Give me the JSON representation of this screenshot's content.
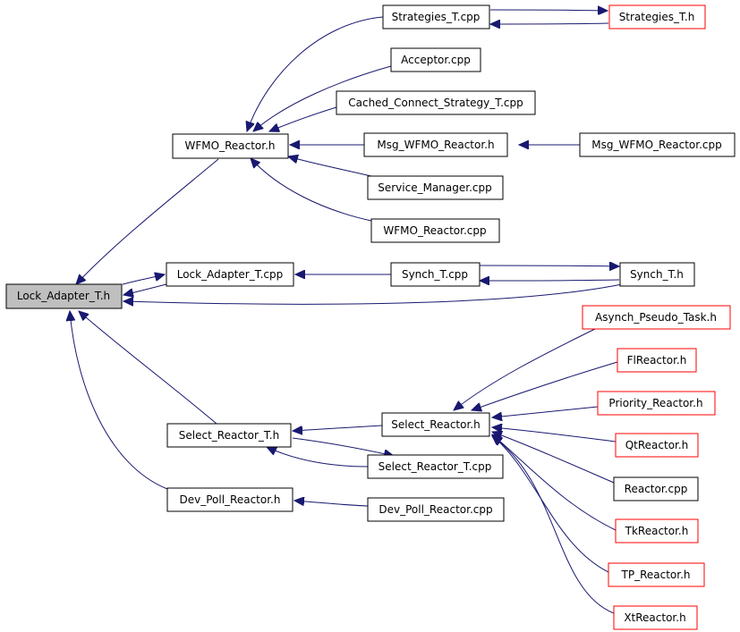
{
  "colors": {
    "edge": "#191970",
    "node_border": "#000000",
    "node_border_red": "#ff0000",
    "focus_fill": "#bfbfbf",
    "node_fill": "#ffffff"
  },
  "nodes": {
    "lock_adapter_h": {
      "label": "Lock_Adapter_T.h",
      "style": "focus"
    },
    "wfmo_reactor_h": {
      "label": "WFMO_Reactor.h",
      "style": "normal"
    },
    "lock_adapter_cpp": {
      "label": "Lock_Adapter_T.cpp",
      "style": "normal"
    },
    "select_reactor_t_h": {
      "label": "Select_Reactor_T.h",
      "style": "normal"
    },
    "dev_poll_reactor_h": {
      "label": "Dev_Poll_Reactor.h",
      "style": "normal"
    },
    "strategies_t_cpp": {
      "label": "Strategies_T.cpp",
      "style": "normal"
    },
    "strategies_t_h": {
      "label": "Strategies_T.h",
      "style": "red"
    },
    "acceptor_cpp": {
      "label": "Acceptor.cpp",
      "style": "normal"
    },
    "cached_connect_cpp": {
      "label": "Cached_Connect_Strategy_T.cpp",
      "style": "normal"
    },
    "msg_wfmo_h": {
      "label": "Msg_WFMO_Reactor.h",
      "style": "normal"
    },
    "msg_wfmo_cpp": {
      "label": "Msg_WFMO_Reactor.cpp",
      "style": "normal"
    },
    "service_manager_cpp": {
      "label": "Service_Manager.cpp",
      "style": "normal"
    },
    "wfmo_reactor_cpp": {
      "label": "WFMO_Reactor.cpp",
      "style": "normal"
    },
    "synch_t_cpp": {
      "label": "Synch_T.cpp",
      "style": "normal"
    },
    "synch_t_h": {
      "label": "Synch_T.h",
      "style": "normal"
    },
    "asynch_pseudo_task_h": {
      "label": "Asynch_Pseudo_Task.h",
      "style": "red"
    },
    "select_reactor_h": {
      "label": "Select_Reactor.h",
      "style": "normal"
    },
    "flreactor_h": {
      "label": "FlReactor.h",
      "style": "red"
    },
    "priority_reactor_h": {
      "label": "Priority_Reactor.h",
      "style": "red"
    },
    "qtreactor_h": {
      "label": "QtReactor.h",
      "style": "red"
    },
    "reactor_cpp": {
      "label": "Reactor.cpp",
      "style": "normal"
    },
    "tkreactor_h": {
      "label": "TkReactor.h",
      "style": "red"
    },
    "tp_reactor_h": {
      "label": "TP_Reactor.h",
      "style": "red"
    },
    "xtreactor_h": {
      "label": "XtReactor.h",
      "style": "red"
    },
    "select_reactor_t_cpp": {
      "label": "Select_Reactor_T.cpp",
      "style": "normal"
    },
    "dev_poll_reactor_cpp": {
      "label": "Dev_Poll_Reactor.cpp",
      "style": "normal"
    }
  },
  "edges": [
    {
      "from": "wfmo_reactor_h",
      "to": "lock_adapter_h"
    },
    {
      "from": "lock_adapter_cpp",
      "to": "lock_adapter_h"
    },
    {
      "from": "select_reactor_t_h",
      "to": "lock_adapter_h"
    },
    {
      "from": "dev_poll_reactor_h",
      "to": "lock_adapter_h"
    },
    {
      "from": "synch_t_h",
      "to": "lock_adapter_h"
    },
    {
      "from": "lock_adapter_h",
      "to": "lock_adapter_cpp"
    },
    {
      "from": "strategies_t_cpp",
      "to": "wfmo_reactor_h"
    },
    {
      "from": "acceptor_cpp",
      "to": "wfmo_reactor_h"
    },
    {
      "from": "cached_connect_cpp",
      "to": "wfmo_reactor_h"
    },
    {
      "from": "msg_wfmo_h",
      "to": "wfmo_reactor_h"
    },
    {
      "from": "service_manager_cpp",
      "to": "wfmo_reactor_h"
    },
    {
      "from": "wfmo_reactor_cpp",
      "to": "wfmo_reactor_h"
    },
    {
      "from": "strategies_t_cpp",
      "to": "strategies_t_h"
    },
    {
      "from": "strategies_t_h",
      "to": "strategies_t_cpp"
    },
    {
      "from": "msg_wfmo_cpp",
      "to": "msg_wfmo_h"
    },
    {
      "from": "synch_t_cpp",
      "to": "lock_adapter_cpp"
    },
    {
      "from": "synch_t_cpp",
      "to": "synch_t_h"
    },
    {
      "from": "synch_t_h",
      "to": "synch_t_cpp"
    },
    {
      "from": "select_reactor_h",
      "to": "select_reactor_t_h"
    },
    {
      "from": "select_reactor_t_cpp",
      "to": "select_reactor_t_h"
    },
    {
      "from": "select_reactor_t_h",
      "to": "select_reactor_t_cpp"
    },
    {
      "from": "asynch_pseudo_task_h",
      "to": "select_reactor_h"
    },
    {
      "from": "flreactor_h",
      "to": "select_reactor_h"
    },
    {
      "from": "priority_reactor_h",
      "to": "select_reactor_h"
    },
    {
      "from": "qtreactor_h",
      "to": "select_reactor_h"
    },
    {
      "from": "reactor_cpp",
      "to": "select_reactor_h"
    },
    {
      "from": "tkreactor_h",
      "to": "select_reactor_h"
    },
    {
      "from": "tp_reactor_h",
      "to": "select_reactor_h"
    },
    {
      "from": "xtreactor_h",
      "to": "select_reactor_h"
    },
    {
      "from": "dev_poll_reactor_cpp",
      "to": "dev_poll_reactor_h"
    }
  ]
}
